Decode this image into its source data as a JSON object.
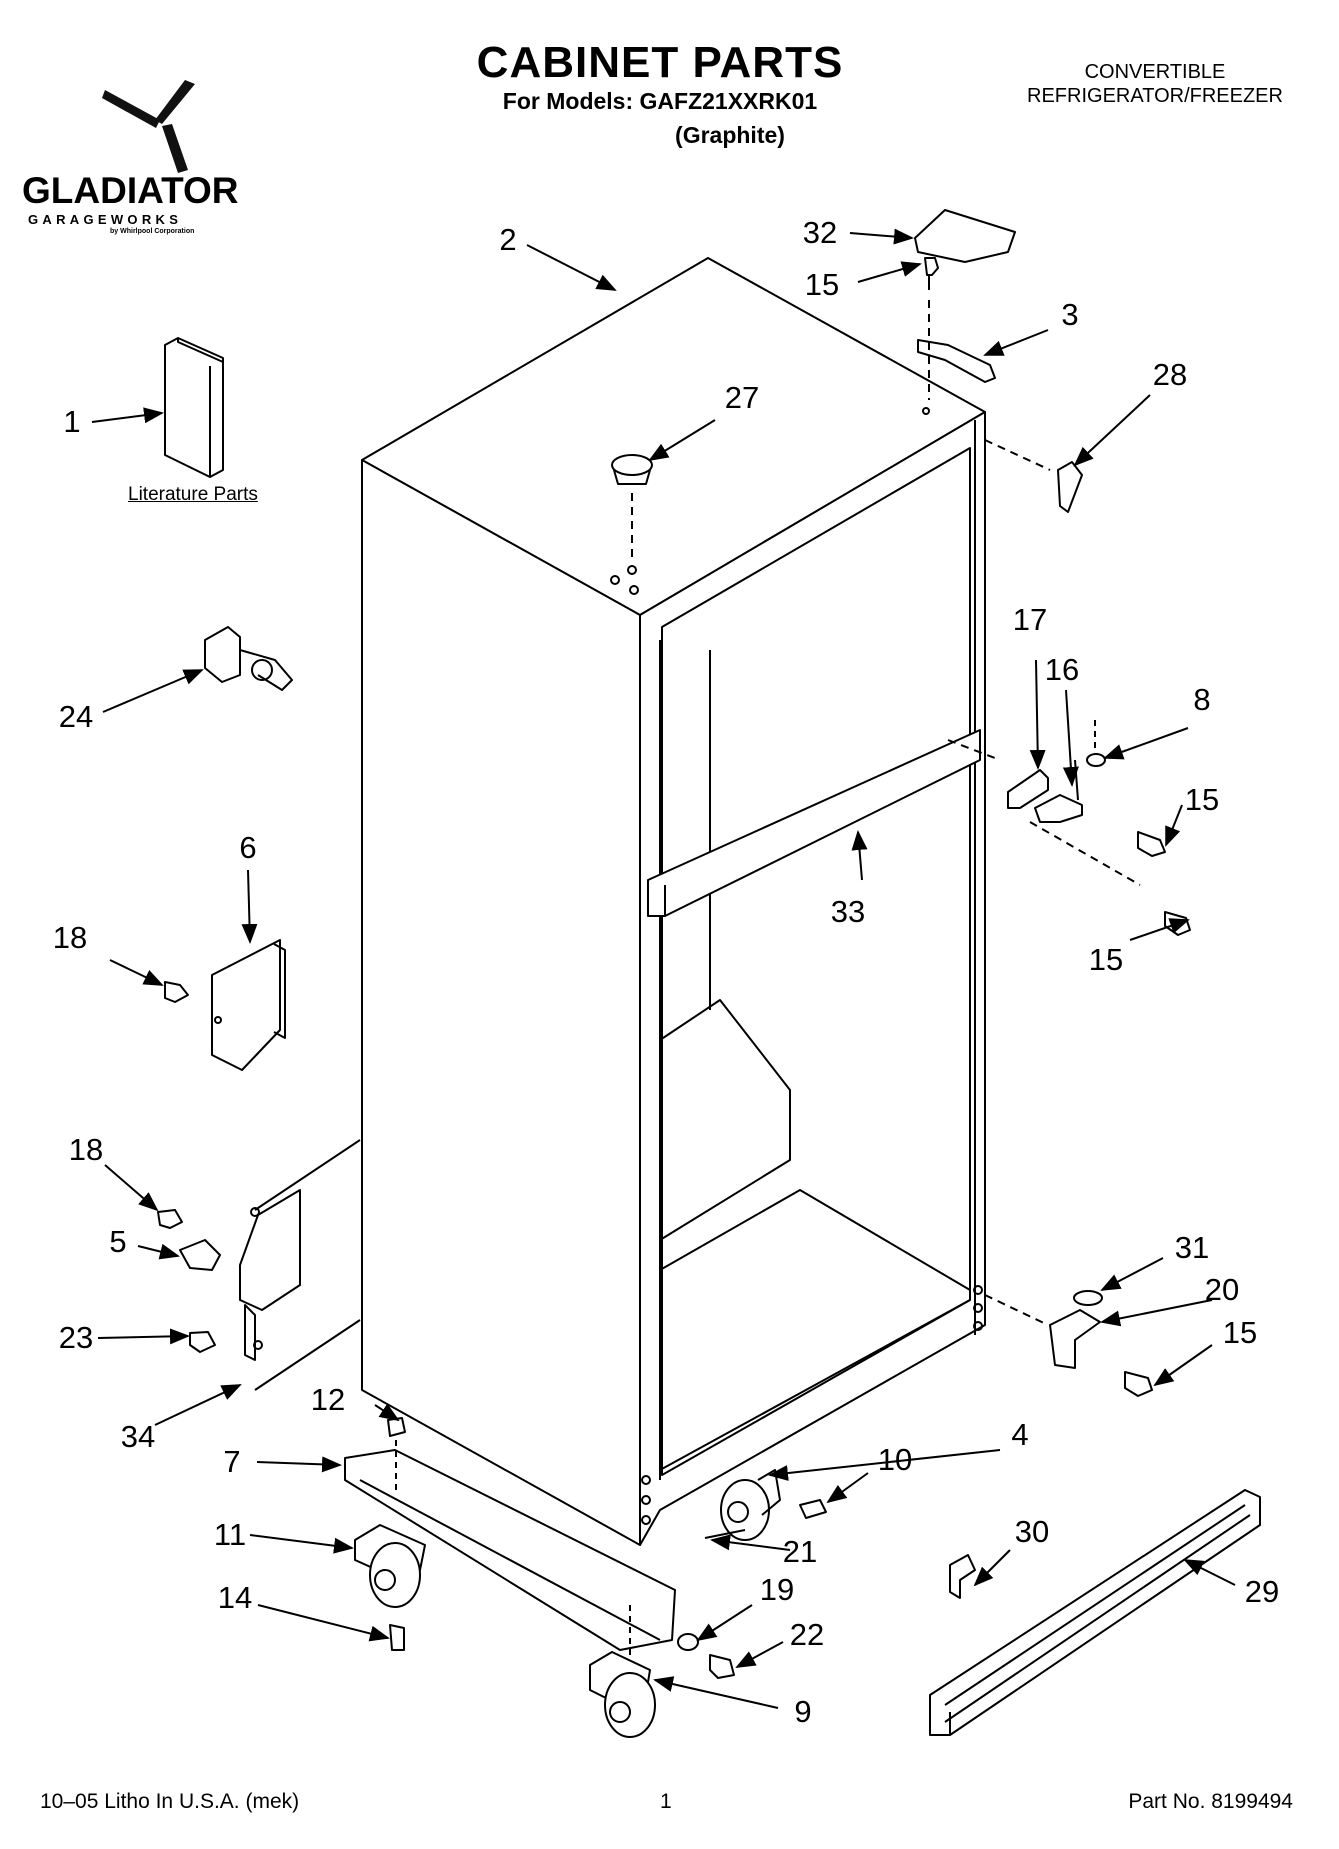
{
  "header": {
    "title": "CABINET PARTS",
    "models_line": "For Models: GAFZ21XXRK01",
    "color_line": "(Graphite)",
    "product_line1": "CONVERTIBLE",
    "product_line2": "REFRIGERATOR/FREEZER"
  },
  "logo": {
    "name": "GLADIATOR",
    "subname": "GARAGEWORKS",
    "tagline": "by Whirlpool Corporation"
  },
  "literature_label": "Literature Parts",
  "callouts": [
    {
      "id": "c-1",
      "label": "1"
    },
    {
      "id": "c-2",
      "label": "2"
    },
    {
      "id": "c-3",
      "label": "3"
    },
    {
      "id": "c-4",
      "label": "4"
    },
    {
      "id": "c-5",
      "label": "5"
    },
    {
      "id": "c-6",
      "label": "6"
    },
    {
      "id": "c-7",
      "label": "7"
    },
    {
      "id": "c-8",
      "label": "8"
    },
    {
      "id": "c-9",
      "label": "9"
    },
    {
      "id": "c-10",
      "label": "10"
    },
    {
      "id": "c-11",
      "label": "11"
    },
    {
      "id": "c-12",
      "label": "12"
    },
    {
      "id": "c-14",
      "label": "14"
    },
    {
      "id": "c-15a",
      "label": "15"
    },
    {
      "id": "c-15b",
      "label": "15"
    },
    {
      "id": "c-15c",
      "label": "15"
    },
    {
      "id": "c-15d",
      "label": "15"
    },
    {
      "id": "c-16",
      "label": "16"
    },
    {
      "id": "c-17",
      "label": "17"
    },
    {
      "id": "c-18a",
      "label": "18"
    },
    {
      "id": "c-18b",
      "label": "18"
    },
    {
      "id": "c-19",
      "label": "19"
    },
    {
      "id": "c-20",
      "label": "20"
    },
    {
      "id": "c-21",
      "label": "21"
    },
    {
      "id": "c-22",
      "label": "22"
    },
    {
      "id": "c-23",
      "label": "23"
    },
    {
      "id": "c-24",
      "label": "24"
    },
    {
      "id": "c-27",
      "label": "27"
    },
    {
      "id": "c-28",
      "label": "28"
    },
    {
      "id": "c-29",
      "label": "29"
    },
    {
      "id": "c-30",
      "label": "30"
    },
    {
      "id": "c-31",
      "label": "31"
    },
    {
      "id": "c-32",
      "label": "32"
    },
    {
      "id": "c-33",
      "label": "33"
    },
    {
      "id": "c-34",
      "label": "34"
    }
  ],
  "footer": {
    "left": "10–05 Litho In U.S.A. (mek)",
    "page": "1",
    "part_no": "Part No. 8199494"
  }
}
